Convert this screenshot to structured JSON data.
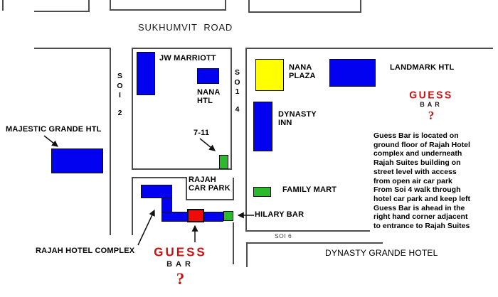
{
  "colors": {
    "building_blue": "#0202f0",
    "plaza_yellow": "#ffff00",
    "mart_green": "#2db92d",
    "target_red": "#f00a0a",
    "logo_red": "#c81010",
    "road_line": "#4d4d4d",
    "arrow_black": "#111111"
  },
  "roads": {
    "sukhumvit": "SUKHUMVIT  ROAD",
    "soi2_letters": "SOI",
    "soi2_number": "2",
    "soi4_letters": "SO1",
    "soi4_number": "4",
    "soi6": "SOI 6"
  },
  "buildings": {
    "jw_marriott": "JW MARRIOTT",
    "nana_hotel": "NANA\nHTL",
    "majestic_grande": "MAJESTIC GRANDE HTL",
    "nana_plaza": "NANA\nPLAZA",
    "landmark": "LANDMARK HTL",
    "dynasty_inn": "DYNASTY\nINN",
    "seven_eleven": "7-11",
    "rajah_car_park": "RAJAH\nCAR PARK",
    "family_mart": "FAMILY MART",
    "hilary_bar": "HILARY BAR",
    "rajah_hotel_complex": "RAJAH HOTEL COMPLEX",
    "dynasty_grande": "DYNASTY GRANDE HOTEL"
  },
  "guess_logo": {
    "brand": "GUESS",
    "sub": "BAR",
    "question": "?"
  },
  "directions": "Guess Bar is located on\nground floor of Rajah Hotel\ncomplex and underneath\nRajah Suites building on\nstreet level with access\nfrom open air car park\nFrom Soi 4 walk through\nhotel car park and keep left\nGuess Bar is ahead in the\nright hand corner adjacent\nto entrance to Rajah Suites"
}
